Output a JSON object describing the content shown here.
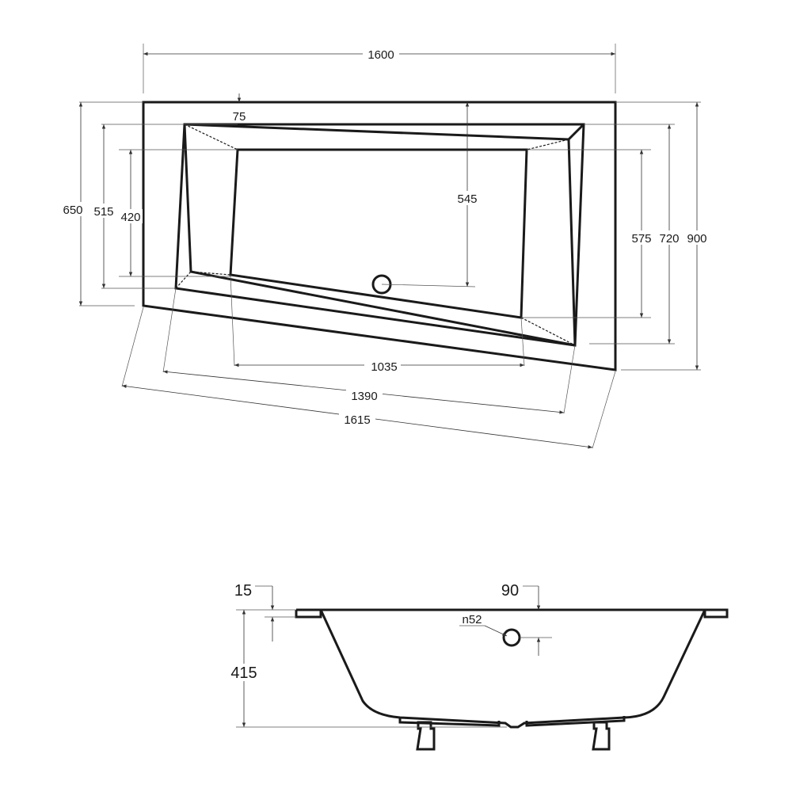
{
  "top_view": {
    "dimensions": {
      "width_top": "1600",
      "rim_75": "75",
      "height_650": "650",
      "height_515": "515",
      "height_420": "420",
      "inner_545": "545",
      "right_575": "575",
      "right_720": "720",
      "right_900": "900",
      "bottom_1035": "1035",
      "bottom_1390": "1390",
      "bottom_1615": "1615"
    }
  },
  "side_view": {
    "dimensions": {
      "rim_15": "15",
      "overflow_90": "90",
      "overflow_diameter": "n52",
      "height_415": "415"
    }
  }
}
